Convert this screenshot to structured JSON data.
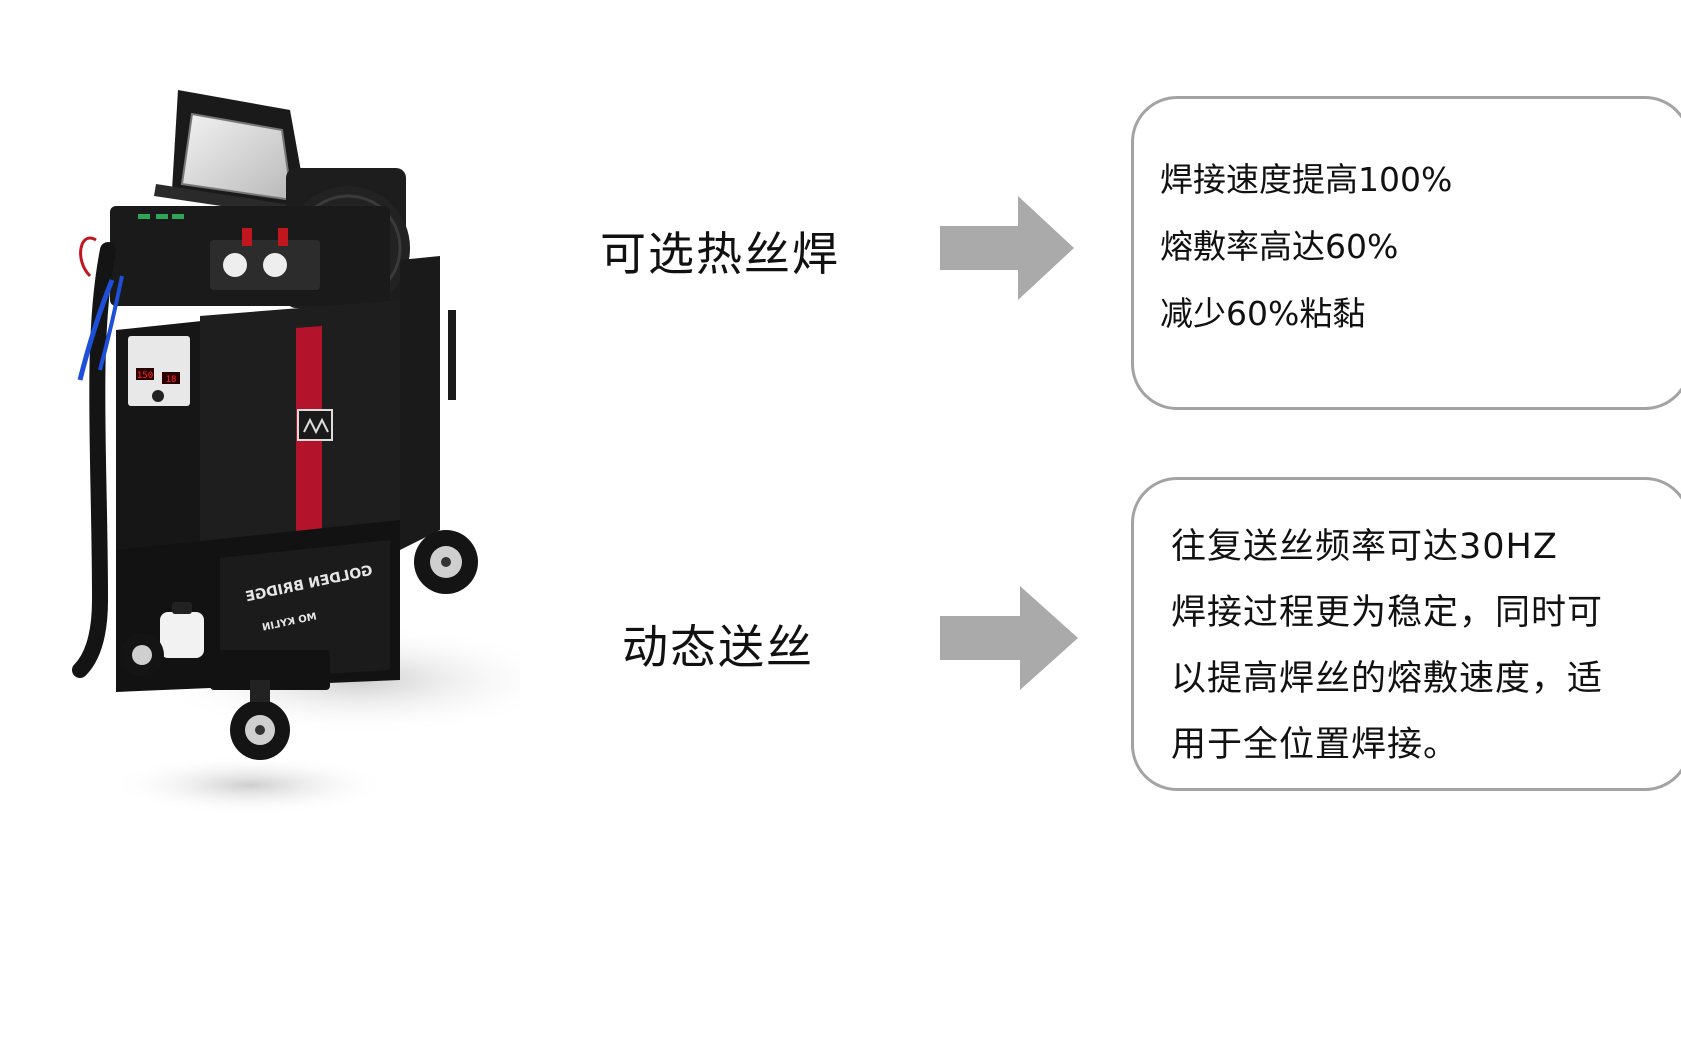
{
  "features": [
    {
      "label": "可选热丝焊",
      "details": [
        "焊接速度提高100%",
        "熔敷率高达60%",
        "减少60%粘黏"
      ]
    },
    {
      "label": "动态送丝",
      "details": [
        "往复送丝频率可达30HZ",
        "焊接过程更为稳定，同时可",
        "以提高焊丝的熔敷速度，适",
        "用于全位置焊接。"
      ]
    }
  ],
  "machine": {
    "brand_text": "GOLDEN BRIDGE",
    "model_text": "MO KYLIN",
    "display_left": "150",
    "display_right": "18"
  },
  "colors": {
    "arrow": "#aaaaaa",
    "box_border": "#a3a3a3",
    "machine_body": "#161616",
    "stripe": "#b3132b"
  }
}
